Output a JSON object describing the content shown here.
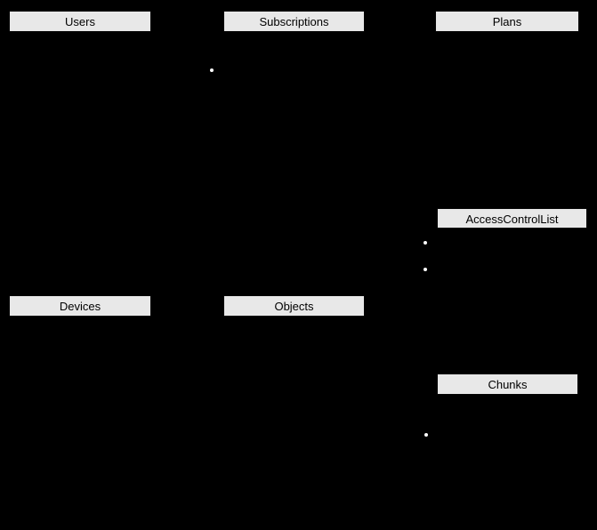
{
  "diagram": {
    "entities": [
      {
        "label": "Users"
      },
      {
        "label": "Subscriptions"
      },
      {
        "label": "Plans"
      },
      {
        "label": "AccessControlList"
      },
      {
        "label": "Devices"
      },
      {
        "label": "Objects"
      },
      {
        "label": "Chunks"
      }
    ],
    "bullets": {
      "glyph": "•",
      "count": 4
    },
    "colors": {
      "background": "#000000",
      "entity_header_bg": "#e8e8e8",
      "entity_header_text": "#000000",
      "bullet": "#ffffff"
    }
  }
}
